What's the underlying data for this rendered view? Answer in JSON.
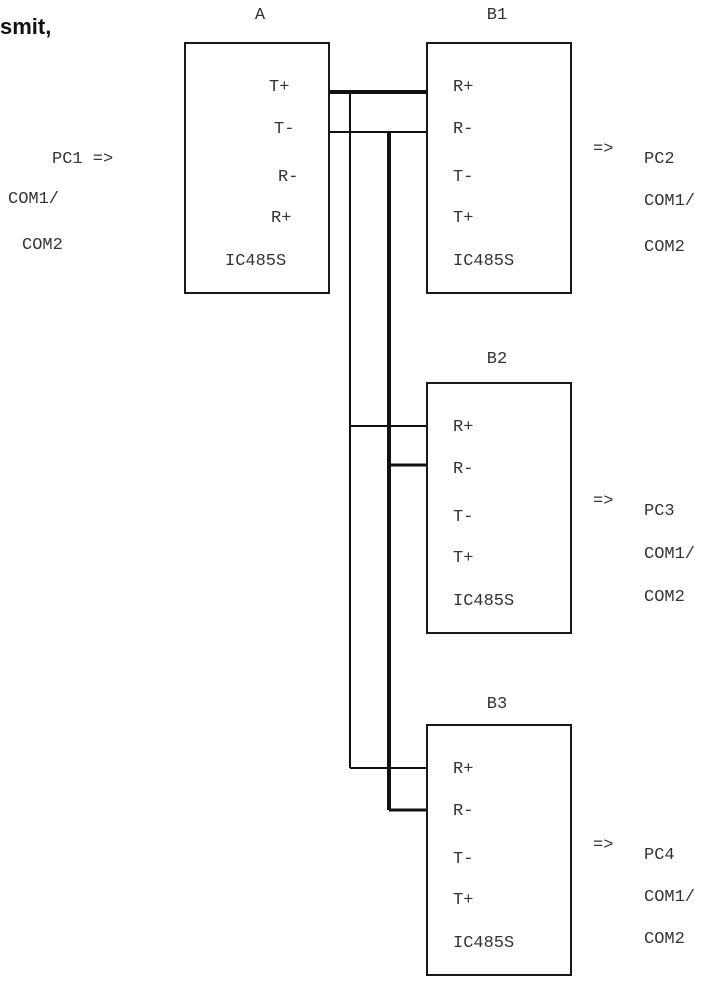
{
  "header_fragment": "smit,",
  "units": {
    "A": {
      "title": "A",
      "pins": [
        "T+",
        "T-",
        "R-",
        "R+"
      ],
      "model": "IC485S"
    },
    "B1": {
      "title": "B1",
      "pins": [
        "R+",
        "R-",
        "T-",
        "T+"
      ],
      "model": "IC485S"
    },
    "B2": {
      "title": "B2",
      "pins": [
        "R+",
        "R-",
        "T-",
        "T+"
      ],
      "model": "IC485S"
    },
    "B3": {
      "title": "B3",
      "pins": [
        "R+",
        "R-",
        "T-",
        "T+"
      ],
      "model": "IC485S"
    }
  },
  "pc_labels": {
    "pc1": {
      "arrow_label": "PC1 =>",
      "line2": "COM1/",
      "line3": "COM2"
    },
    "pc2": {
      "arrow": "=>",
      "name": "PC2",
      "line2": "COM1/",
      "line3": "COM2"
    },
    "pc3": {
      "arrow": "=>",
      "name": "PC3",
      "line2": "COM1/",
      "line3": "COM2"
    },
    "pc4": {
      "arrow": "=>",
      "name": "PC4",
      "line2": "COM1/",
      "line3": "COM2"
    }
  }
}
